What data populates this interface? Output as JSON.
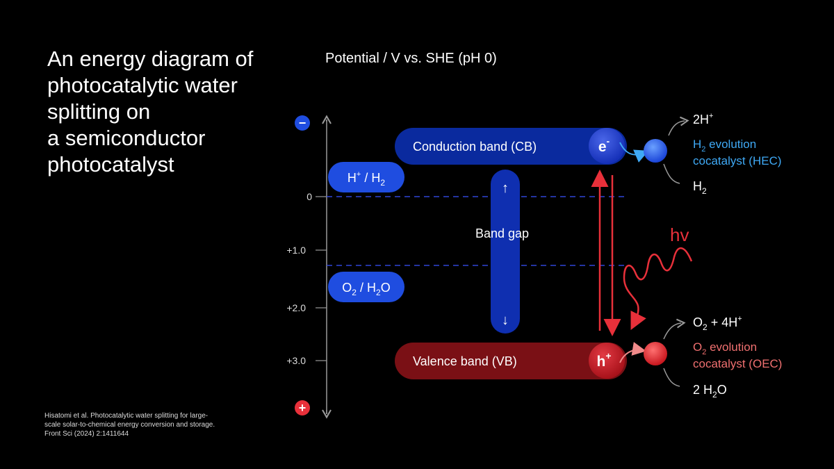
{
  "title_lines": [
    "An energy diagram of",
    "photocatalytic water",
    "splitting on",
    "a semiconductor",
    "photocatalyst"
  ],
  "citation_lines": [
    "Hisatomi et al. Photocatalytic water splitting for large-",
    "scale solar-to-chemical energy conversion and storage.",
    "Front Sci (2024) 2:1411644"
  ],
  "axis": {
    "title": "Potential / V vs. SHE (pH 0)",
    "ticks": [
      "0",
      "+1.0",
      "+2.0",
      "+3.0"
    ],
    "minus_sign": "−",
    "plus_sign": "+"
  },
  "bands": {
    "conduction": "Conduction band (CB)",
    "valence": "Valence band (VB)",
    "gap": "Band gap",
    "electron": "e",
    "electron_sup": "-",
    "hole": "h",
    "hole_sup": "+"
  },
  "couples": {
    "h2_main": "H",
    "h2_sup": "+",
    "h2_rest": " / H",
    "h2_sub": "2",
    "o2_main": "O",
    "o2_sub": "2",
    "o2_mid": " / H",
    "o2_sub2": "2",
    "o2_end": "O"
  },
  "hec": {
    "top_main": "2H",
    "top_sup": "+",
    "label1_pre": "H",
    "label1_sub": "2",
    "label1_post": " evolution",
    "label2": "cocatalyst (HEC)",
    "bottom_main": "H",
    "bottom_sub": "2"
  },
  "oec": {
    "top_pre": "O",
    "top_sub": "2",
    "top_mid": " + 4H",
    "top_sup": "+",
    "label1_pre": "O",
    "label1_sub": "2",
    "label1_post": " evolution",
    "label2": "cocatalyst (OEC)",
    "bottom_pre": "2 H",
    "bottom_sub": "2",
    "bottom_post": "O"
  },
  "light_label": "hv",
  "arrows": {
    "up": "↑",
    "down": "↓"
  },
  "colors": {
    "cb_band": "#0a2a9e",
    "vb_band": "#7a1015",
    "couple_pill": "#1f4de0",
    "gap_bar": "#0f2fb0",
    "hec_text": "#3fa9f5",
    "oec_text": "#f07070",
    "light": "#e8303a",
    "dashed": "#3046d8"
  }
}
